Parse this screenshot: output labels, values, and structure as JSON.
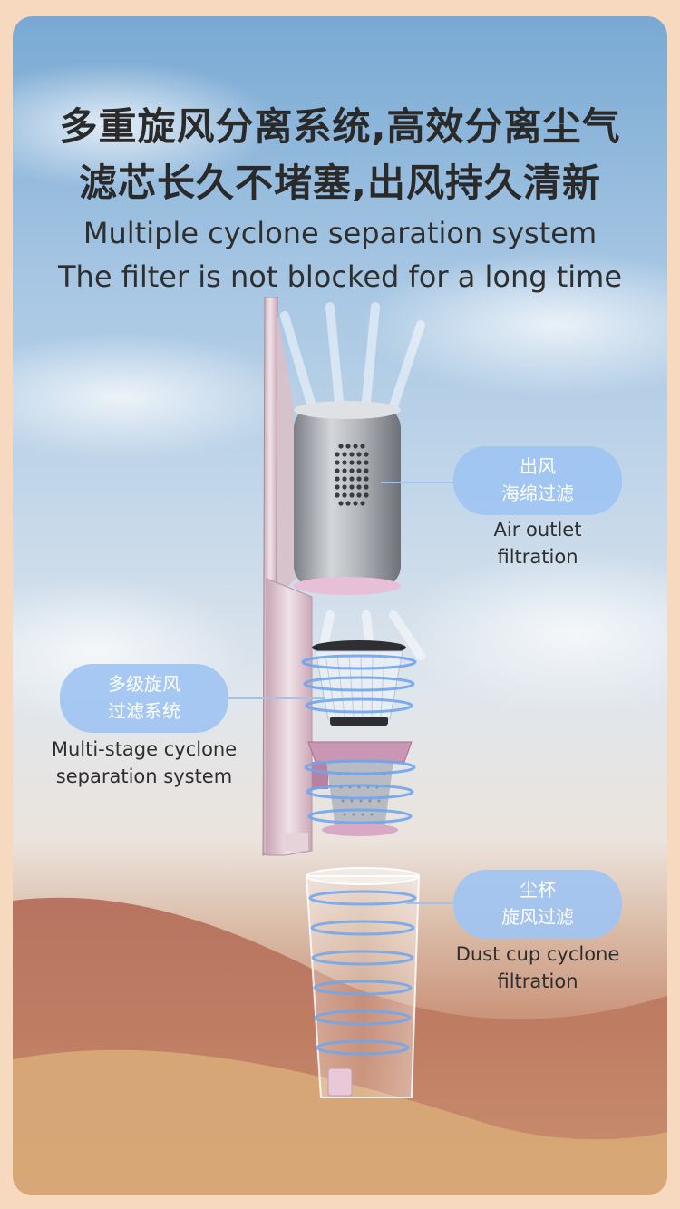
{
  "headline": {
    "cn_line1": "多重旋风分离系统,高效分离尘气",
    "cn_line2": "滤芯长久不堵塞,出风持久清新",
    "en_line1": "Multiple cyclone separation system",
    "en_line2": "The filter is not blocked for a long time"
  },
  "callouts": {
    "outlet": {
      "cn_1": "出风",
      "cn_2": "海绵过滤",
      "en_1": "Air outlet",
      "en_2": "filtration"
    },
    "multistage": {
      "cn_1": "多级旋风",
      "cn_2": "过滤系统",
      "en_1": "Multi-stage cyclone",
      "en_2": "separation system"
    },
    "dustcup": {
      "cn_1": "尘杯",
      "cn_2": "旋风过滤",
      "en_1": "Dust cup cyclone",
      "en_2": "filtration"
    }
  },
  "colors": {
    "pill": "#a0c4f2",
    "frame": "#f6d9bf",
    "text": "#2a2a2a"
  },
  "icons": [
    "vacuum-cleaner-illustration"
  ]
}
